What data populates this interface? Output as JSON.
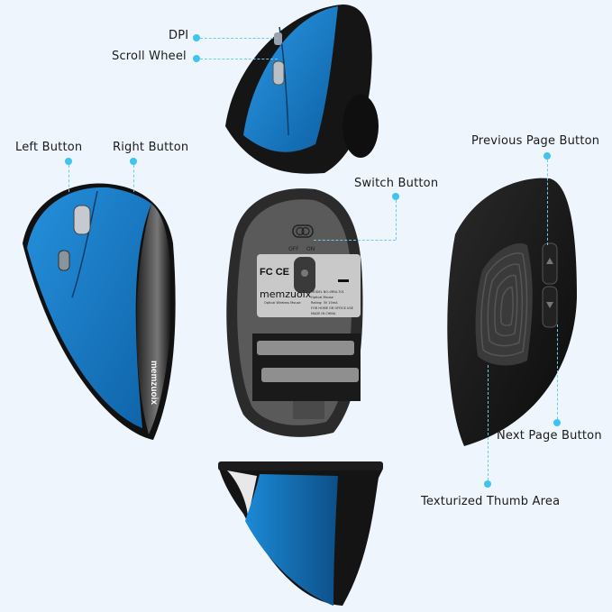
{
  "product": {
    "brand": "memzuoix",
    "label_brand": "memzuoix",
    "label_subtitle": "Optical Wireless Mouse",
    "label_model": "MODEL NO.:MRA-701",
    "label_type": "Optical Mouse",
    "label_rating": "Rating: 3V  15mA",
    "label_use": "FOR HOME OR OFFICE USE",
    "label_origin": "MADE IN CHINA",
    "certifications": "FC CE",
    "switch_off": "OFF",
    "switch_on": "ON",
    "dpi_button_text": "DPI"
  },
  "callouts": {
    "dpi": "DPI",
    "scroll_wheel": "Scroll Wheel",
    "left_button": "Left Button",
    "right_button": "Right Button",
    "switch_button": "Switch Button",
    "previous_page_button": "Previous Page Button",
    "next_page_button": "Next Page Button",
    "thumb_area": "Texturized Thumb Area"
  },
  "colors": {
    "background": "#eef5fd",
    "accent_dot": "#3fc4ee",
    "mouse_blue": "#1a7fc9",
    "mouse_black": "#1a1a1a"
  }
}
